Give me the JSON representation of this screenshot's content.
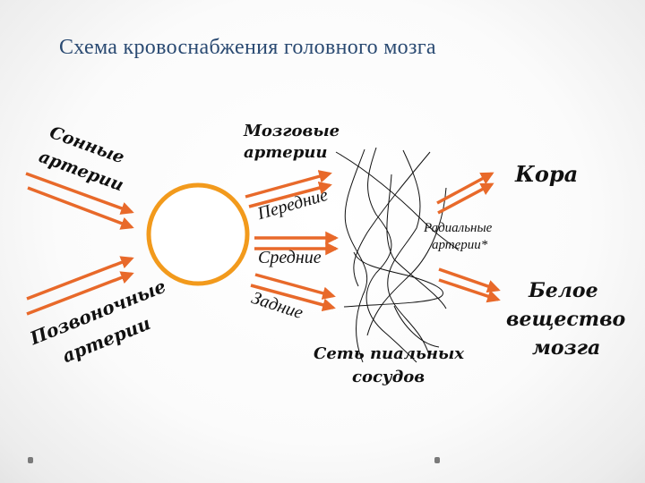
{
  "title": "Схема кровоснабжения головного мозга",
  "colors": {
    "title": "#2a4a72",
    "arrow": "#e8692a",
    "circle": "#f29a1c",
    "text": "#111111",
    "network": "#111111"
  },
  "labels": {
    "carotid": [
      "Сонные",
      "артерии"
    ],
    "vertebral": [
      "Позвоночные",
      "артерии"
    ],
    "cerebral": [
      "Мозговые",
      "артерии"
    ],
    "anterior": "Передние",
    "middle": "Средние",
    "posterior": "Задние",
    "pial_network": [
      "Сеть пиальных",
      "сосудов"
    ],
    "radial": [
      "Радиальные",
      "артерии*"
    ],
    "cortex": "Кора",
    "white_matter": [
      "Белое",
      "вещество",
      "мозга"
    ]
  },
  "nodes": [
    {
      "id": "circle-of-willis",
      "shape": "ring"
    },
    {
      "id": "pial-network",
      "shape": "tangled-lines"
    }
  ],
  "edges": [
    {
      "from": "carotid",
      "to": "circle-of-willis",
      "count": 2
    },
    {
      "from": "vertebral",
      "to": "circle-of-willis",
      "count": 2
    },
    {
      "from": "circle-of-willis",
      "to": "pial-network",
      "label": "anterior",
      "count": 2
    },
    {
      "from": "circle-of-willis",
      "to": "pial-network",
      "label": "middle",
      "count": 2
    },
    {
      "from": "circle-of-willis",
      "to": "pial-network",
      "label": "posterior",
      "count": 2
    },
    {
      "from": "pial-network",
      "to": "cortex",
      "via": "radial",
      "count": 2
    },
    {
      "from": "pial-network",
      "to": "white_matter",
      "via": "radial",
      "count": 2
    }
  ]
}
